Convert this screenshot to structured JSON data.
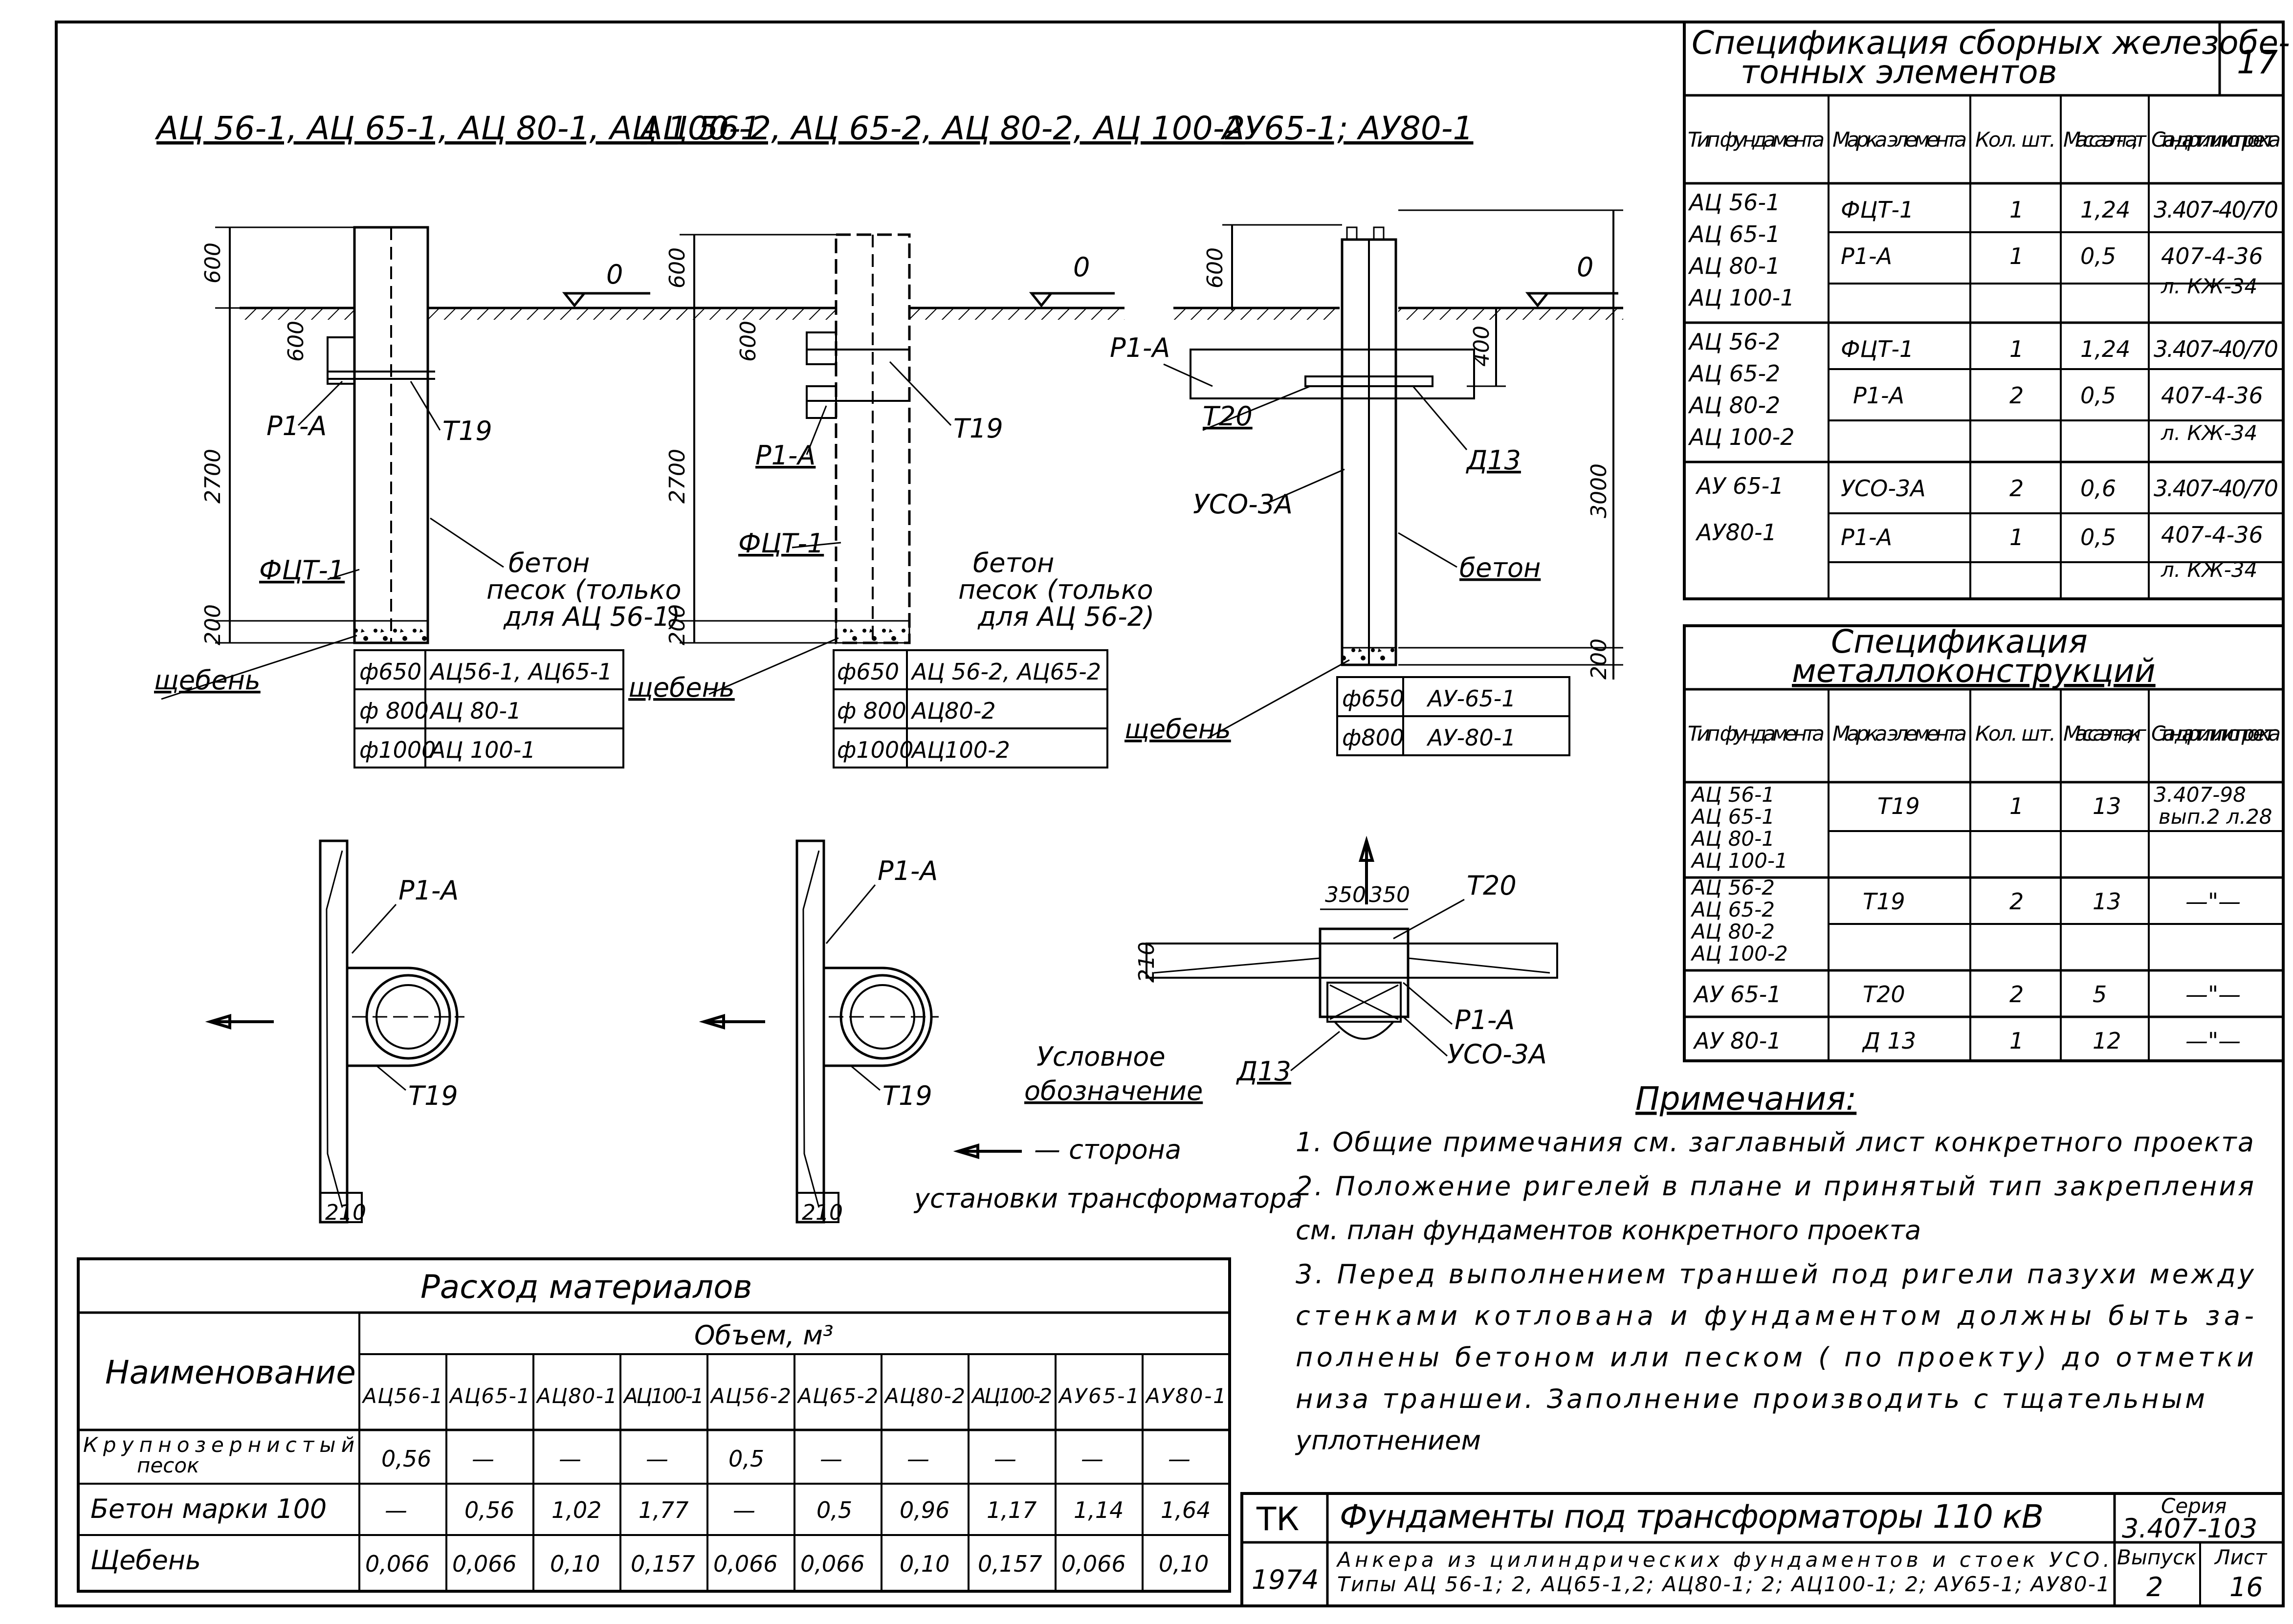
{
  "sheet_no": "17",
  "views": {
    "view1_title": "АЦ 56-1, АЦ 65-1, АЦ 80-1, АЦ 100-1",
    "view2_title": "АЦ 56-2, АЦ 65-2, АЦ 80-2, АЦ 100-2",
    "view3_title": "АУ65-1; АУ80-1",
    "level_zero": "0",
    "dim_600": "600",
    "dim_2700": "2700",
    "dim_200": "200",
    "dim_400": "400",
    "dim_3000": "3000",
    "dim_350": "350",
    "dim_210": "210",
    "lbl_p1a": "Р1-А",
    "lbl_t19": "Т19",
    "lbl_t20": "Т20",
    "lbl_d13": "Д13",
    "lbl_fct1": "ФЦТ-1",
    "lbl_uso3a": "УСО-3А",
    "lbl_beton": "бетон",
    "lbl_pesok1": "песок (только",
    "lbl_pesok2a": "для АЦ 56-1)",
    "lbl_pesok2b": "для АЦ 56-2)",
    "lbl_scheben": "щебень",
    "diam_rows_1": [
      [
        "ф650",
        "АЦ56-1, АЦ65-1"
      ],
      [
        "ф 800",
        "АЦ 80-1"
      ],
      [
        "ф1000",
        "АЦ 100-1"
      ]
    ],
    "diam_rows_2": [
      [
        "ф650",
        "АЦ 56-2, АЦ65-2"
      ],
      [
        "ф 800",
        "АЦ80-2"
      ],
      [
        "ф1000",
        "АЦ100-2"
      ]
    ],
    "diam_rows_3": [
      [
        "ф650",
        "АУ-65-1"
      ],
      [
        "ф800",
        "АУ-80-1"
      ]
    ]
  },
  "legend": {
    "title1": "Условное",
    "title2": "обозначение",
    "text1": "— сторона",
    "text2": "установки трансформатора"
  },
  "spec_rc": {
    "title1": "Спецификация сборных железобе-",
    "title2": "тонных элементов",
    "headers": [
      "Тип фундамента",
      "Марка элемента",
      "Кол. шт.",
      "Масса эл-та, т",
      "Стандарт или лист проекта"
    ],
    "groups": [
      {
        "types": [
          "АЦ 56-1",
          "АЦ 65-1",
          "АЦ 80-1",
          "АЦ 100-1"
        ],
        "rows": [
          [
            "ФЦТ-1",
            "1",
            "1,24",
            "3.407-40/70",
            ""
          ],
          [
            "Р1-А",
            "1",
            "0,5",
            "407-4-36",
            "л. КЖ-34"
          ]
        ]
      },
      {
        "types": [
          "АЦ 56-2",
          "АЦ 65-2",
          "АЦ 80-2",
          "АЦ 100-2"
        ],
        "rows": [
          [
            "ФЦТ-1",
            "1",
            "1,24",
            "3.407-40/70",
            ""
          ],
          [
            "Р1-А",
            "2",
            "0,5",
            "407-4-36",
            "л. КЖ-34"
          ]
        ]
      },
      {
        "types": [
          "АУ 65-1",
          "АУ80-1"
        ],
        "rows": [
          [
            "УСО-3А",
            "2",
            "0,6",
            "3.407-40/70",
            ""
          ],
          [
            "Р1-А",
            "1",
            "0,5",
            "407-4-36",
            "л. КЖ-34"
          ]
        ]
      }
    ]
  },
  "spec_mc": {
    "title1": "Спецификация",
    "title2": "металлоконструкций",
    "headers": [
      "Тип фундамента",
      "Марка элемента",
      "Кол. шт.",
      "Масса эл-та, кг",
      "Стандарт или лист проекта"
    ],
    "rows": [
      {
        "types": [
          "АЦ 56-1",
          "АЦ 65-1",
          "АЦ 80-1",
          "АЦ 100-1"
        ],
        "mark": "Т19",
        "qty": "1",
        "mass": "13",
        "std1": "3.407-98",
        "std2": "вып.2 л.28"
      },
      {
        "types": [
          "АЦ 56-2",
          "АЦ 65-2",
          "АЦ 80-2",
          "АЦ 100-2"
        ],
        "mark": "Т19",
        "qty": "2",
        "mass": "13",
        "std1": "—\"—",
        "std2": ""
      },
      {
        "types": [
          "АУ 65-1"
        ],
        "mark": "Т20",
        "qty": "2",
        "mass": "5",
        "std1": "—\"—",
        "std2": ""
      },
      {
        "types": [
          "АУ 80-1"
        ],
        "mark": "Д 13",
        "qty": "1",
        "mass": "12",
        "std1": "—\"—",
        "std2": ""
      }
    ]
  },
  "notes": {
    "title": "Примечания:",
    "lines": [
      "1. Общие примечания см. заглавный лист конкретного проекта",
      "2. Положение ригелей в плане и принятый тип закрепления",
      "    см. план фундаментов конкретного проекта",
      "3. Перед выполнением траншей под ригели пазухи между",
      "    стенками котлована и фундаментом должны быть за-",
      "    полнены бетоном или песком ( по проекту) до отметки",
      "    низа траншеи. Заполнение производить с тщательным",
      "    уплотнением"
    ]
  },
  "materials": {
    "title": "Расход материалов",
    "name_header": "Наименование",
    "volume_header": "Объем, м³",
    "columns": [
      "АЦ56-1",
      "АЦ65-1",
      "АЦ80-1",
      "АЦ100-1",
      "АЦ56-2",
      "АЦ65-2",
      "АЦ80-2",
      "АЦ100-2",
      "АУ65-1",
      "АУ80-1"
    ],
    "rows": [
      {
        "name1": "Крупнозернистый",
        "name2": "песок",
        "values": [
          "0,56",
          "—",
          "—",
          "—",
          "0,5",
          "—",
          "—",
          "—",
          "—",
          "—"
        ]
      },
      {
        "name1": "Бетон марки 100",
        "name2": "",
        "values": [
          "—",
          "0,56",
          "1,02",
          "1,77",
          "—",
          "0,5",
          "0,96",
          "1,17",
          "1,14",
          "1,64"
        ]
      },
      {
        "name1": "Щебень",
        "name2": "",
        "values": [
          "0,066",
          "0,066",
          "0,10",
          "0,157",
          "0,066",
          "0,066",
          "0,10",
          "0,157",
          "0,066",
          "0,10"
        ]
      }
    ]
  },
  "title_block": {
    "org": "ТК",
    "year": "1974",
    "title": "Фундаменты под трансформаторы 110 кВ",
    "subtitle1": "Анкера из цилиндрических фундаментов и стоек УСО.",
    "subtitle2": "Типы АЦ 56-1; 2, АЦ65-1,2; АЦ80-1; 2; АЦ100-1; 2; АУ65-1; АУ80-1",
    "series_label": "Серия",
    "series_value": "3.407-103",
    "issue_label": "Выпуск",
    "issue_value": "2",
    "sheet_label": "Лист",
    "sheet_value": "16"
  }
}
